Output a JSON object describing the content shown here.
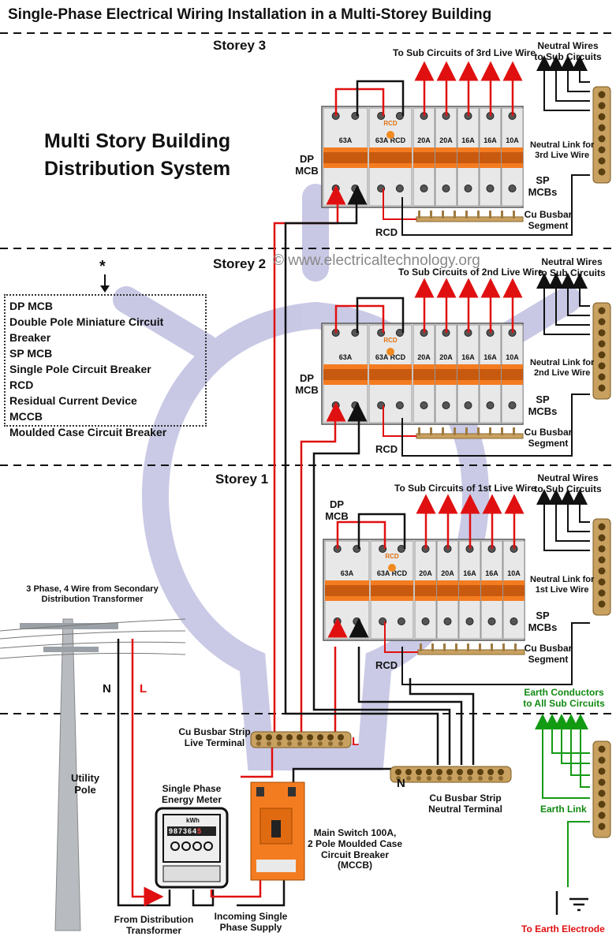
{
  "title": "Single-Phase Electrical Wiring Installation in a Multi-Storey Building",
  "heading": [
    "Multi Story Building",
    "Distribution System"
  ],
  "watermark": "© www.electricaltechnology.org",
  "legend": {
    "marker": "*",
    "items": [
      "DP MCB",
      "Double Pole Miniature Circuit Breaker",
      "SP MCB",
      "Single Pole Circuit Breaker",
      "RCD",
      "Residual Current Device",
      "MCCB",
      "Moulded Case Circuit Breaker"
    ]
  },
  "storeys": [
    {
      "label": "Storey 3",
      "sub_circuits": "To Sub Circuits of 3rd Live Wire",
      "neutral_wires": [
        "Neutral Wires",
        "to Sub Circuits"
      ],
      "neutral_link": [
        "Neutral Link for",
        "3rd Live Wire"
      ]
    },
    {
      "label": "Storey 2",
      "sub_circuits": "To Sub Circuits of 2nd Live Wire",
      "neutral_wires": [
        "Neutral Wires",
        "to Sub Circuits"
      ],
      "neutral_link": [
        "Neutral Link for",
        "2nd Live Wire"
      ]
    },
    {
      "label": "Storey 1",
      "sub_circuits": "To Sub Circuits of 1st Live Wire",
      "neutral_wires": [
        "Neutral Wires",
        "to Sub Circuits"
      ],
      "neutral_link": [
        "Neutral Link for",
        "1st Live Wire"
      ]
    }
  ],
  "board": {
    "dp_mcb": [
      "DP",
      "MCB"
    ],
    "sp_mcbs": [
      "SP",
      "MCBs"
    ],
    "rcd": "RCD",
    "busbar_segment": [
      "Cu Busbar",
      "Segment"
    ],
    "breaker_labels": [
      "63A",
      "63A RCD",
      "20A",
      "20A",
      "16A",
      "16A",
      "10A"
    ],
    "rcd_badge": "RCD"
  },
  "supply": {
    "transformer": [
      "3 Phase, 4 Wire from Secondary",
      "Distribution Transformer"
    ],
    "pole": [
      "Utility",
      "Pole"
    ],
    "n": "N",
    "l": "L",
    "busbar_live": [
      "Cu Busbar Strip",
      "Live Terminal"
    ],
    "busbar_neutral": [
      "Cu Busbar Strip",
      "Neutral Terminal"
    ],
    "energy_meter": [
      "Single Phase",
      "Energy Meter"
    ],
    "meter_unit": "kWh",
    "meter_reading": "987364",
    "meter_last_digit": "5",
    "main_switch": [
      "Main Switch 100A,",
      "2 Pole Moulded Case",
      "Circuit Breaker",
      "(MCCB)"
    ],
    "from_distribution": [
      "From Distribution",
      "Transformer"
    ],
    "incoming": [
      "Incoming Single",
      "Phase Supply"
    ]
  },
  "earth": {
    "conductors": [
      "Earth Conductors",
      "to All Sub Circuits"
    ],
    "link": "Earth Link",
    "electrode": "To Earth Electrode"
  },
  "colors": {
    "live": "#e01010",
    "neutral": "#111111",
    "earth": "#139a13",
    "breaker_orange": "#f47c20",
    "busbar": "#c8a060"
  }
}
